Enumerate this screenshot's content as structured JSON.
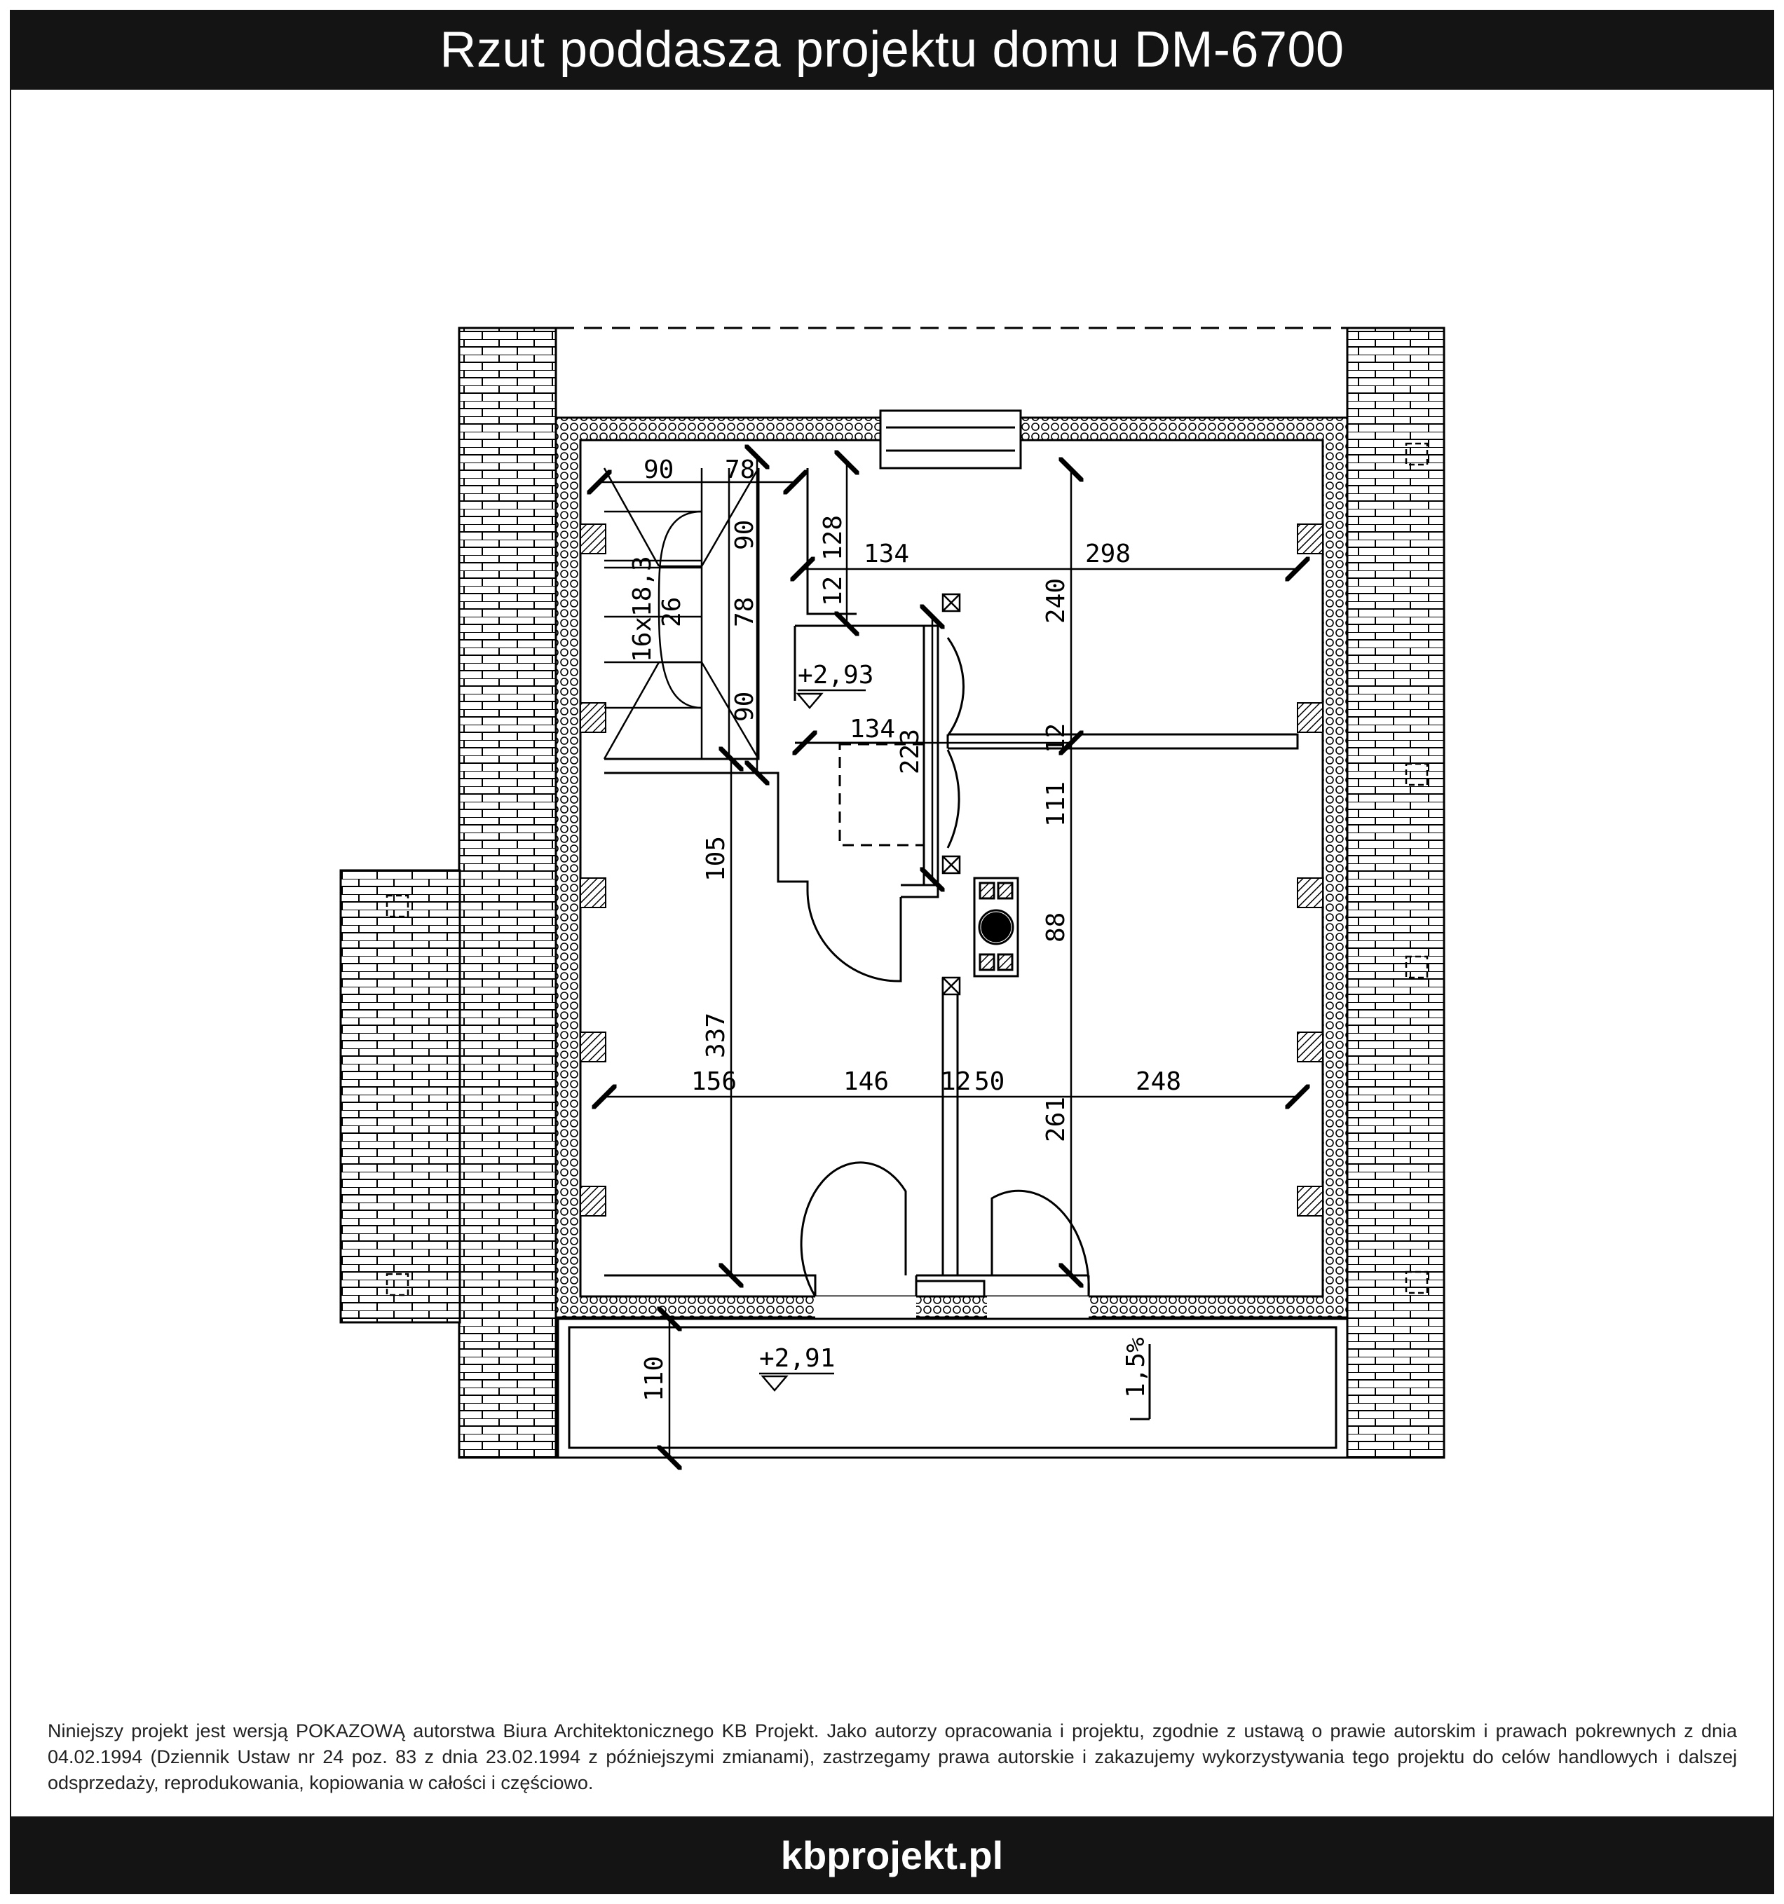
{
  "header": {
    "title": "Rzut poddasza projektu domu DM-6700"
  },
  "plan": {
    "dimensions_horizontal": [
      "90",
      "78",
      "134",
      "298",
      "134",
      "156",
      "146",
      "12",
      "50",
      "248"
    ],
    "dimensions_vertical": [
      "128",
      "12",
      "90",
      "78",
      "90",
      "16x18,3",
      "26",
      "240",
      "223",
      "12",
      "111",
      "105",
      "88",
      "337",
      "261",
      "110"
    ],
    "levels": [
      "+2,93",
      "+2,91"
    ],
    "slope": "1,5%"
  },
  "notice": {
    "text": "Niniejszy projekt jest wersją POKAZOWĄ autorstwa Biura Architektonicznego KB Projekt. Jako autorzy opracowania i projektu, zgodnie z ustawą o prawie autorskim i prawach pokrewnych z dnia 04.02.1994 (Dziennik Ustaw nr 24 poz. 83 z dnia 23.02.1994 z późniejszymi zmianami), zastrzegamy prawa autorskie i zakazujemy wykorzystywania tego projektu do celów handlowych i dalszej odsprzedaży, reprodukowania, kopiowania w całości i częściowo."
  },
  "footer": {
    "brand": "kbprojekt.pl"
  }
}
